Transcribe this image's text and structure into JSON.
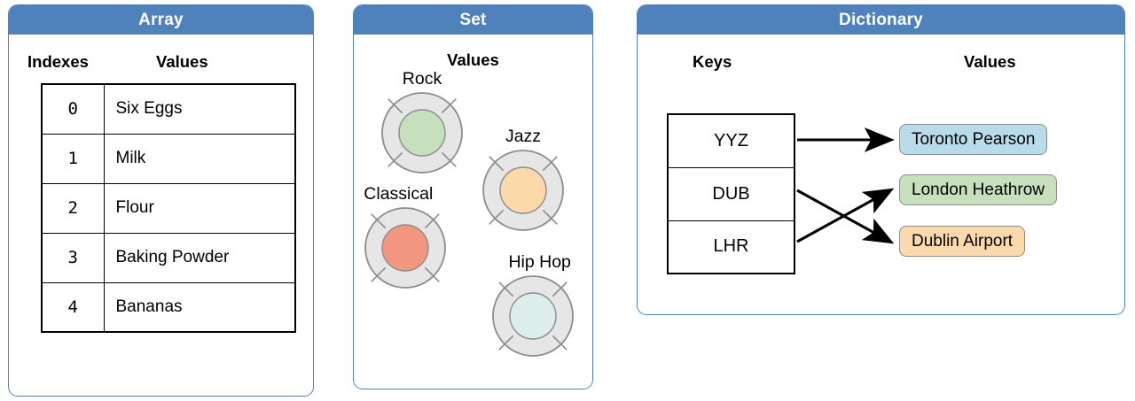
{
  "colors": {
    "header_blue": "#4f81bd",
    "panel_border": "#4f81bd",
    "ring_fill": "#e6e6e6",
    "ring_stroke": "#8c8c8c",
    "line_black": "#000000",
    "blue_badge": "#b9dceb",
    "green_badge": "#c6e0bd",
    "orange_badge": "#fcd9ab",
    "coral": "#f39680",
    "pale_cyan": "#ddedec"
  },
  "panels": {
    "array": {
      "title": "Array",
      "columns": {
        "left": "Indexes",
        "right": "Values"
      },
      "rows": [
        {
          "index": "0",
          "value": "Six Eggs"
        },
        {
          "index": "1",
          "value": "Milk"
        },
        {
          "index": "2",
          "value": "Flour"
        },
        {
          "index": "3",
          "value": "Baking Powder"
        },
        {
          "index": "4",
          "value": "Bananas"
        }
      ]
    },
    "set": {
      "title": "Set",
      "columns": {
        "center": "Values"
      },
      "tokens": [
        {
          "label": "Rock",
          "color": "#c6e0bd"
        },
        {
          "label": "Jazz",
          "color": "#fcd9ab"
        },
        {
          "label": "Classical",
          "color": "#f39680"
        },
        {
          "label": "Hip Hop",
          "color": "#ddedec"
        }
      ]
    },
    "dictionary": {
      "title": "Dictionary",
      "columns": {
        "left": "Keys",
        "right": "Values"
      },
      "keys": [
        "YYZ",
        "DUB",
        "LHR"
      ],
      "values": [
        {
          "label": "Toronto Pearson",
          "color": "#b9dceb"
        },
        {
          "label": "London Heathrow",
          "color": "#c6e0bd"
        },
        {
          "label": "Dublin Airport",
          "color": "#fcd9ab"
        }
      ],
      "mappings": [
        {
          "from": "YYZ",
          "to": "Toronto Pearson"
        },
        {
          "from": "DUB",
          "to": "Dublin Airport"
        },
        {
          "from": "LHR",
          "to": "London Heathrow"
        }
      ]
    }
  }
}
